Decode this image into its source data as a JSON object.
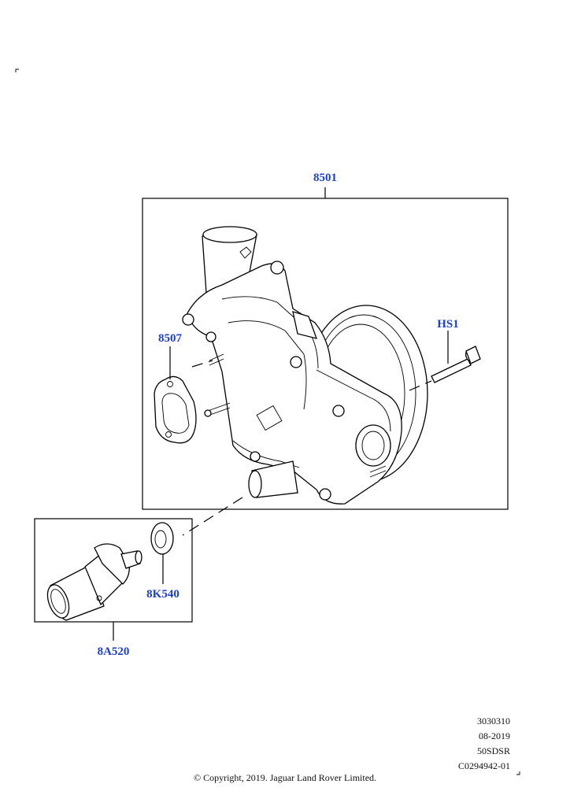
{
  "callouts": {
    "c8501": "8501",
    "c8507": "8507",
    "cHS1": "HS1",
    "c8K540": "8K540",
    "c8A520": "8A520",
    "color": "#1a3fd1"
  },
  "meta": {
    "line1": "3030310",
    "line2": "08-2019",
    "line3": "50SDSR",
    "line4": "C0294942-01"
  },
  "copyright": "© Copyright, 2019. Jaguar Land Rover Limited."
}
